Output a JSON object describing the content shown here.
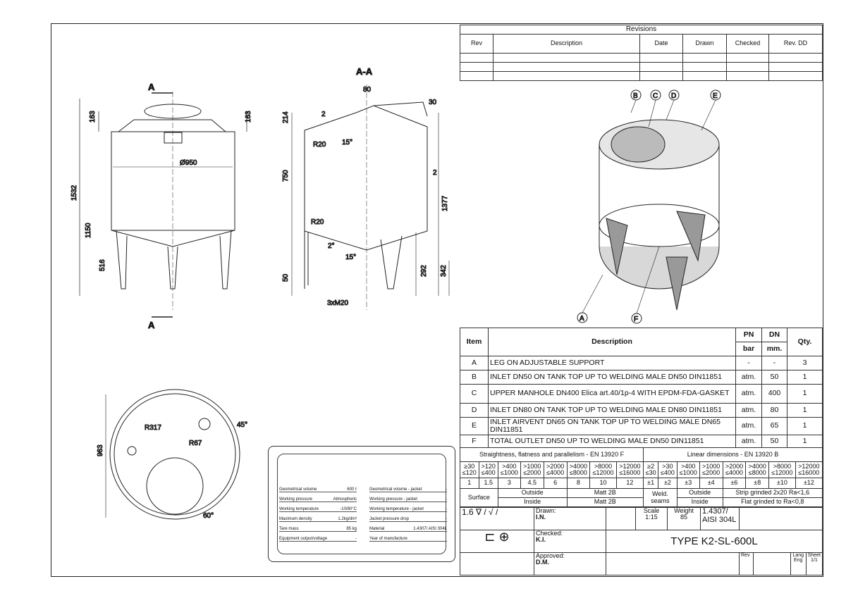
{
  "revisions": {
    "title": "Revisions",
    "headers": [
      "Rev",
      "Description",
      "Date",
      "Drawn",
      "Checked",
      "Rev. DD"
    ]
  },
  "views": {
    "section_label": "A-A",
    "cut_a_top": "A",
    "cut_a_bottom": "A",
    "front_dims": [
      "163",
      "163",
      "Ø950",
      "1532",
      "1150",
      "516"
    ],
    "section_dims": [
      "80",
      "30",
      "214",
      "2",
      "R20",
      "15°",
      "750",
      "2",
      "1377",
      "R20",
      "2°",
      "15°",
      "292",
      "342",
      "50",
      "3xM20"
    ],
    "top_dims": [
      "R317",
      "R67",
      "45°",
      "60°",
      "963"
    ]
  },
  "callouts": [
    "B",
    "C",
    "D",
    "E",
    "A",
    "F"
  ],
  "parts": {
    "headers": {
      "item": "Item",
      "description": "Description",
      "pn": "PN",
      "dn": "DN",
      "qty": "Qty.",
      "pn_unit": "bar",
      "dn_unit": "mm."
    },
    "rows": [
      {
        "item": "A",
        "description": "LEG ON ADJUSTABLE SUPPORT",
        "pn": "-",
        "dn": "-",
        "qty": "3"
      },
      {
        "item": "B",
        "description": "INLET DN50 ON TANK TOP UP TO WELDING MALE DN50 DIN11851",
        "pn": "atm.",
        "dn": "50",
        "qty": "1"
      },
      {
        "item": "C",
        "description": "UPPER MANHOLE DN400 Elica art.40/1p-4 WITH EPDM-FDA-GASKET",
        "pn": "atm.",
        "dn": "400",
        "qty": "1"
      },
      {
        "item": "D",
        "description": "INLET DN80 ON TANK TOP UP TO WELDING MALE DN80 DIN11851",
        "pn": "atm.",
        "dn": "80",
        "qty": "1"
      },
      {
        "item": "E",
        "description": "INLET AIRVENT DN65 ON TANK TOP UP TO WELDING MALE DN65 DIN11851",
        "pn": "atm.",
        "dn": "65",
        "qty": "1"
      },
      {
        "item": "F",
        "description": "TOTAL OUTLET DN50 UP TO WELDING MALE DN50 DIN11851",
        "pn": "atm.",
        "dn": "50",
        "qty": "1"
      }
    ]
  },
  "tolerances": {
    "straightness_title": "Straightness, flatness and parallelism - EN 13920 F",
    "linear_title": "Linear dimensions - EN 13920 B",
    "straight_ranges": [
      "≥30 ≤120",
      ">120 ≤400",
      ">400 ≤1000",
      ">1000 ≤2000",
      ">2000 ≤4000",
      ">4000 ≤8000",
      ">8000 ≤12000",
      ">12000 ≤16000"
    ],
    "straight_values": [
      "1",
      "1.5",
      "3",
      "4.5",
      "6",
      "8",
      "10",
      "12"
    ],
    "linear_ranges": [
      "≥2 ≤30",
      ">30 ≤400",
      ">400 ≤1000",
      ">1000 ≤2000",
      ">2000 ≤4000",
      ">4000 ≤8000",
      ">8000 ≤12000",
      ">12000 ≤16000"
    ],
    "linear_values": [
      "±1",
      "±2",
      "±3",
      "±4",
      "±6",
      "±8",
      "±10",
      "±12"
    ]
  },
  "surface": {
    "label": "Surface",
    "outside": "Outside",
    "inside": "Inside",
    "outside_val": "Matt 2B",
    "inside_val": "Matt 2B",
    "weld_label": "Weld. seams",
    "weld_outside": "Outside",
    "weld_inside": "Inside",
    "weld_outside_val": "Strip grinded 2x20 Ra<1,6",
    "weld_inside_val": "Flat grinded to Ra<0,8"
  },
  "title_block": {
    "roughness": "1.6",
    "drawn_label": "Drawn:",
    "drawn": "I.N.",
    "checked_label": "Checked:",
    "checked": "K.I.",
    "approved_label": "Approved:",
    "approved": "D.M.",
    "scale_label": "Scale",
    "scale": "1:15",
    "weight_label": "Weight",
    "weight": "85",
    "material": "1.4307/ AISI 304L",
    "type": "TYPE K2-SL-600L",
    "rev_label": "Rev",
    "lang_label": "Lang",
    "lang": "Eng",
    "sheet_label": "Sheet",
    "sheet": "1/1"
  },
  "nameplate": {
    "left": [
      [
        "Geometrical volume",
        "600 ℓ"
      ],
      [
        "Working pressure",
        "Atmospheric"
      ],
      [
        "Working temperature",
        "-10/80°C"
      ],
      [
        "Maximum density",
        "1.2kg/dm³"
      ],
      [
        "Tare mass",
        "85  kg"
      ],
      [
        "Equipment output/voltage",
        "-"
      ]
    ],
    "right": [
      [
        "Geometrical volume - jacket",
        "-"
      ],
      [
        "Working pressure - jacket",
        "-"
      ],
      [
        "Working temperature - jacket",
        "-"
      ],
      [
        "Jacket pressure drop",
        "-"
      ],
      [
        "Material",
        "1.4307/ AISI 304L"
      ],
      [
        "Year of manufacture",
        ""
      ]
    ]
  }
}
